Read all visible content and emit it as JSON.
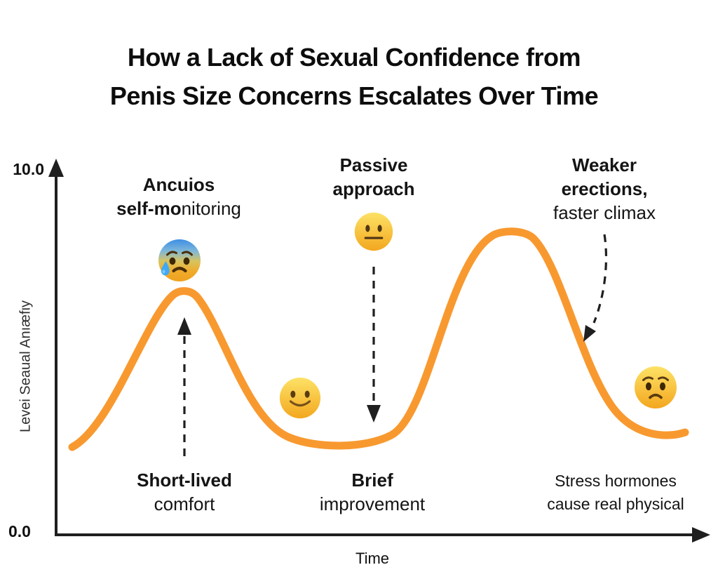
{
  "title": {
    "line1": "How a Lack of Sexual Confidence from",
    "line2": "Penis Size Concerns Escalates Over Time"
  },
  "y_axis": {
    "max_label": "10.0",
    "min_label": "0.0",
    "title": "Levei Seaual Anıӕfιy"
  },
  "x_axis": {
    "title": "Time"
  },
  "annotations": {
    "anxious": {
      "line1": "Ancuios",
      "line2_bold": "self-mo",
      "line2_rest": "nitoring"
    },
    "passive": {
      "line1": "Passive",
      "line2": "approach"
    },
    "weaker": {
      "line1": "Weaker",
      "line2": "erections,",
      "line3": "faster climax"
    },
    "short_lived": {
      "line1": "Short-lived",
      "line2": "comfort"
    },
    "brief": {
      "line1": "Brief",
      "line2": "improvement"
    },
    "stress": {
      "line1": "Stress hormones",
      "line2": "cause real physical"
    }
  },
  "emojis": {
    "peak1": "anxious-face-with-sweat",
    "valley1": "slightly-smiling-face",
    "mid": "neutral-face",
    "end": "worried-face"
  },
  "colors": {
    "curve": "#F8992F",
    "axis": "#1f1f1f",
    "text": "#141414"
  },
  "chart_data": {
    "type": "line",
    "title": "How a Lack of Sexual Confidence from Penis Size Concerns Escalates Over Time",
    "xlabel": "Time",
    "ylabel": "Levei Seaual Anıӕfιy",
    "ylim": [
      0.0,
      10.0
    ],
    "x_axis_ticks": [],
    "y_axis_ticks": [
      "0.0",
      "10.0"
    ],
    "grid": false,
    "legend": "none",
    "curve_color": "#F8992F",
    "points": [
      {
        "x": 0.25,
        "y": 2.4
      },
      {
        "x": 1.0,
        "y": 3.0
      },
      {
        "x": 1.96,
        "y": 6.6
      },
      {
        "x": 3.0,
        "y": 3.3
      },
      {
        "x": 4.3,
        "y": 2.5
      },
      {
        "x": 5.5,
        "y": 2.9
      },
      {
        "x": 7.0,
        "y": 8.2
      },
      {
        "x": 8.3,
        "y": 4.6
      },
      {
        "x": 9.1,
        "y": 2.8
      },
      {
        "x": 9.6,
        "y": 2.8
      }
    ],
    "annotations": [
      {
        "text": "Ancuios self-monitoring",
        "emoji": "anxious-face-with-sweat",
        "target": "first peak"
      },
      {
        "text": "Short-lived comfort",
        "arrow": "dashed-up",
        "target": "first peak"
      },
      {
        "text": "Passive approach",
        "emoji": "neutral-face",
        "arrow": "dashed-down",
        "target": "first valley"
      },
      {
        "text": "Brief improvement",
        "emoji": "slightly-smiling-face",
        "target": "first valley"
      },
      {
        "text": "Weaker erections, faster climax",
        "arrow": "dashed-curved",
        "target": "decline after second peak"
      },
      {
        "text": "Stress hormones cause real physical",
        "emoji": "worried-face",
        "target": "end of curve"
      }
    ]
  }
}
